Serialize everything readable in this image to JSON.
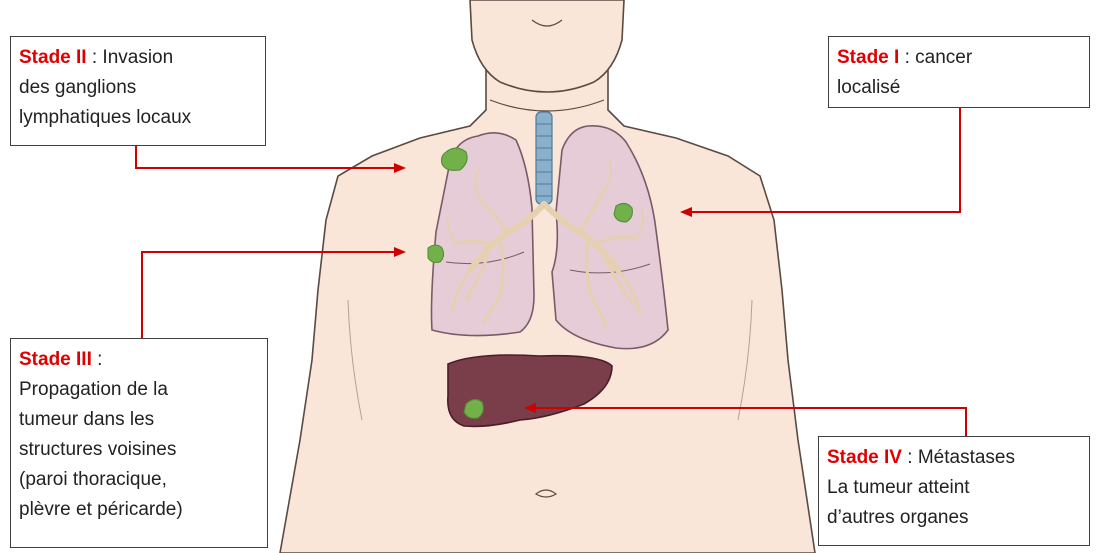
{
  "colors": {
    "stage_label": "#e00000",
    "arrow": "#d00000",
    "skin": "#f9e6d8",
    "skin_outline": "#5a4a42",
    "lung": "#e6ccd6",
    "lung_outline": "#7a5a68",
    "bronchi": "#f0e0c4",
    "trachea": "#8ab0cc",
    "liver": "#7a3d4a",
    "tumor": "#72b04a"
  },
  "stages": {
    "stage2": {
      "label": "Stade II",
      "sep": " : ",
      "line1": "Invasion",
      "line2": "des ganglions",
      "line3": "lymphatiques locaux"
    },
    "stage1": {
      "label": "Stade I",
      "sep": " : ",
      "line1": "cancer",
      "line2": "localisé"
    },
    "stage3": {
      "label": "Stade III",
      "sep": " :",
      "line1": "Propagation de la",
      "line2": "tumeur dans les",
      "line3": "structures voisines",
      "line4": "(paroi thoracique,",
      "line5": "plèvre et péricarde)"
    },
    "stage4": {
      "label": "Stade IV",
      "sep": " : ",
      "line1": "Métastases",
      "line2": "La tumeur atteint",
      "line3": "d’autres organes"
    }
  }
}
